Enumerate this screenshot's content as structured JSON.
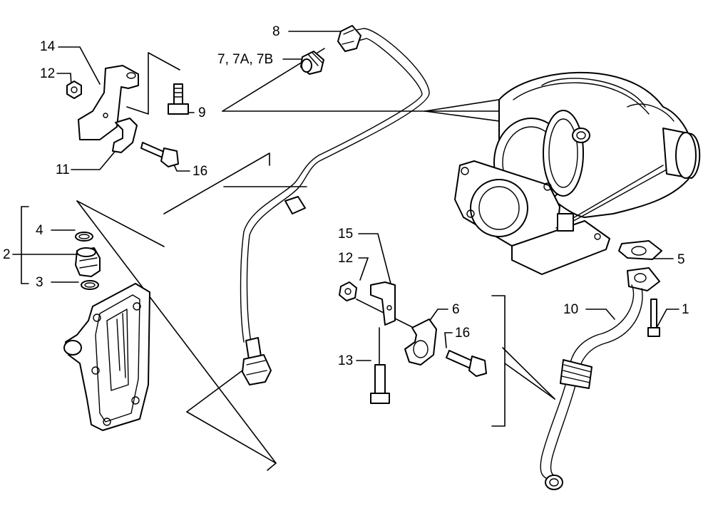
{
  "callouts": {
    "c1": "1",
    "c2": "2",
    "c3": "3",
    "c4": "4",
    "c5": "5",
    "c6": "6",
    "c7": "7, 7A, 7B",
    "c8": "8",
    "c9": "9",
    "c10": "10",
    "c11": "11",
    "c12a": "12",
    "c12b": "12",
    "c13": "13",
    "c14": "14",
    "c15": "15",
    "c16a": "16",
    "c16b": "16"
  }
}
